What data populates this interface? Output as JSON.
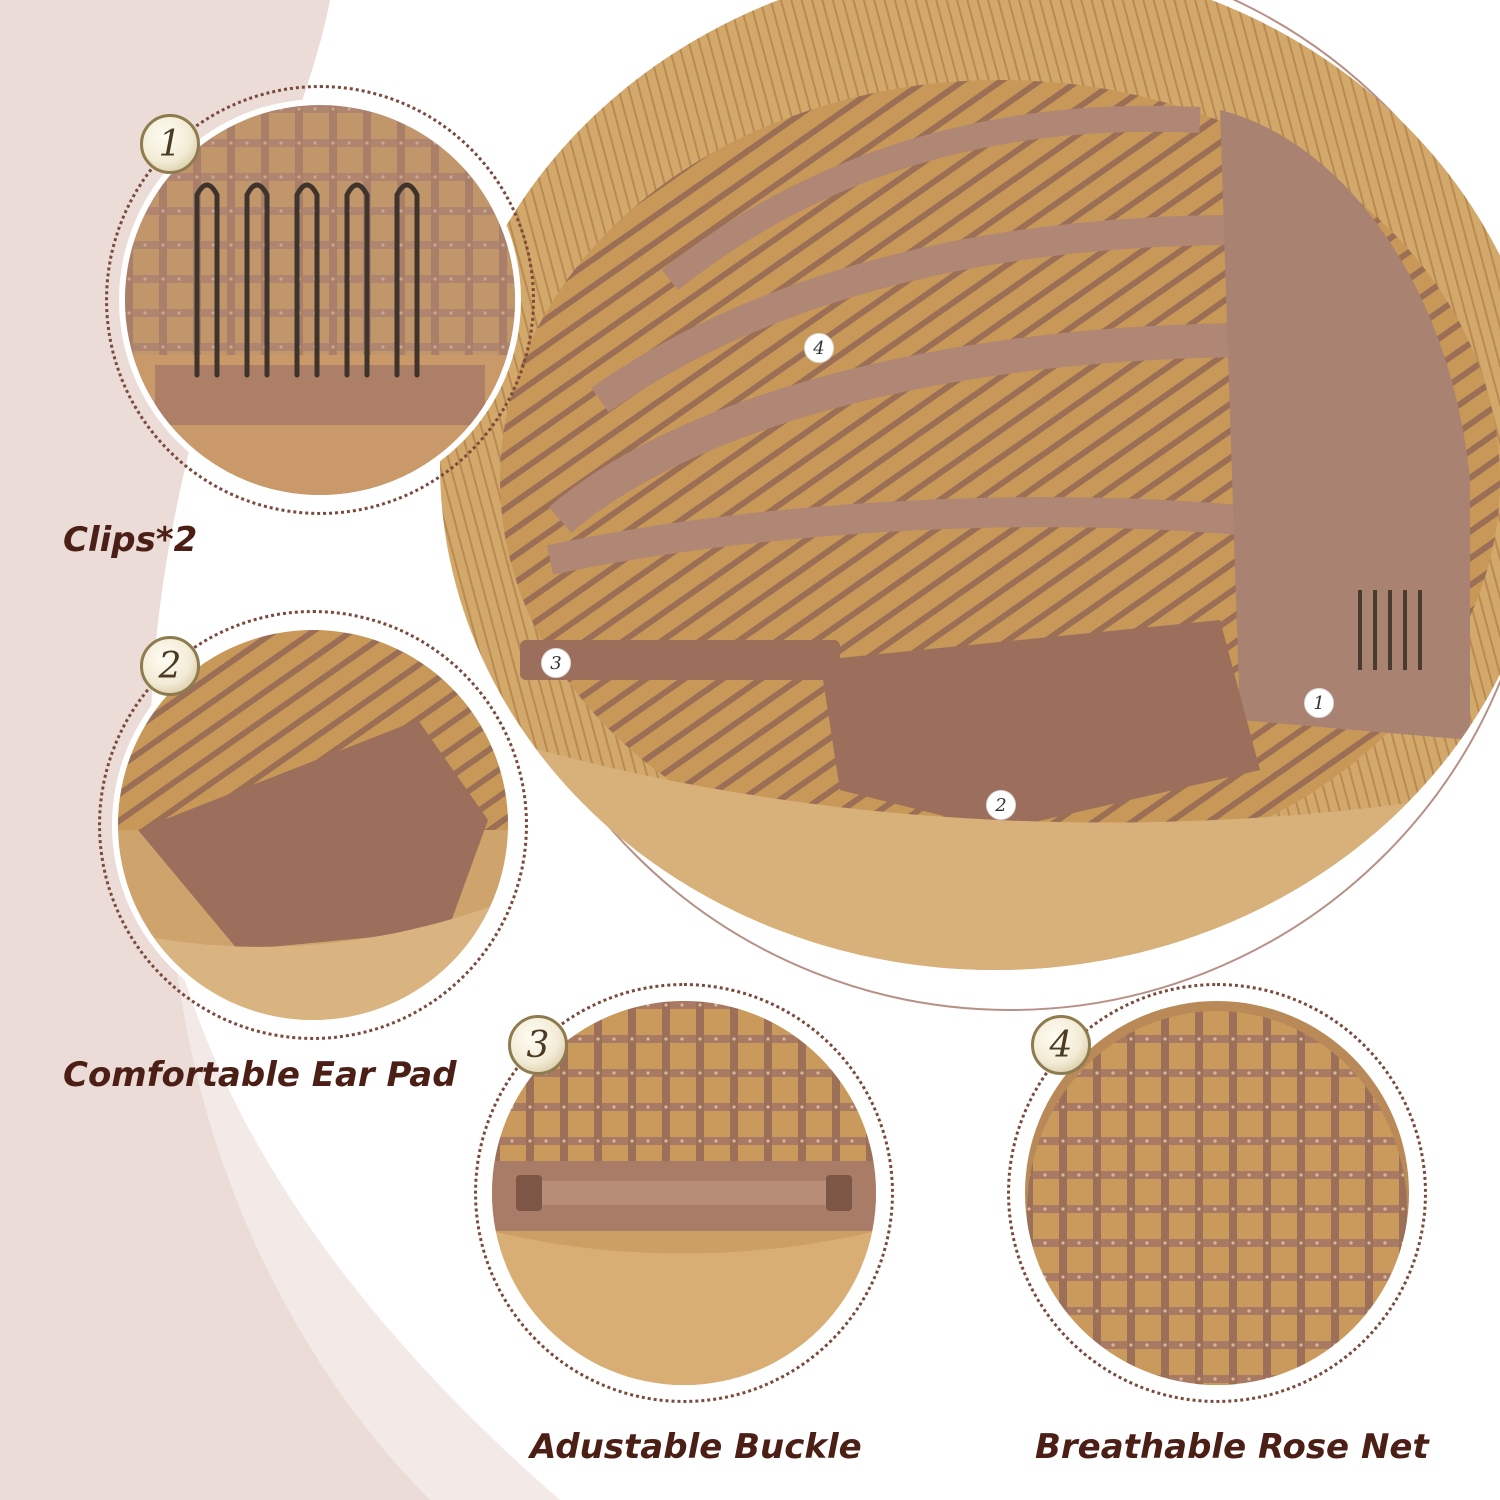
{
  "colors": {
    "background": "#f3e9e6",
    "caption_text": "#4b1f16",
    "cap_brown": "#a87a63",
    "hair_gold": "#c99a5c",
    "badge_gold": "#8e7b4e"
  },
  "captions": {
    "clips": "Clips*2",
    "ear_pad": "Comfortable Ear Pad",
    "buckle": "Adustable Buckle",
    "rose_net": "Breathable Rose Net"
  },
  "badges": {
    "one": "1",
    "two": "2",
    "three": "3",
    "four": "4"
  },
  "markers": {
    "one": "1",
    "two": "2",
    "three": "3",
    "four": "4"
  }
}
